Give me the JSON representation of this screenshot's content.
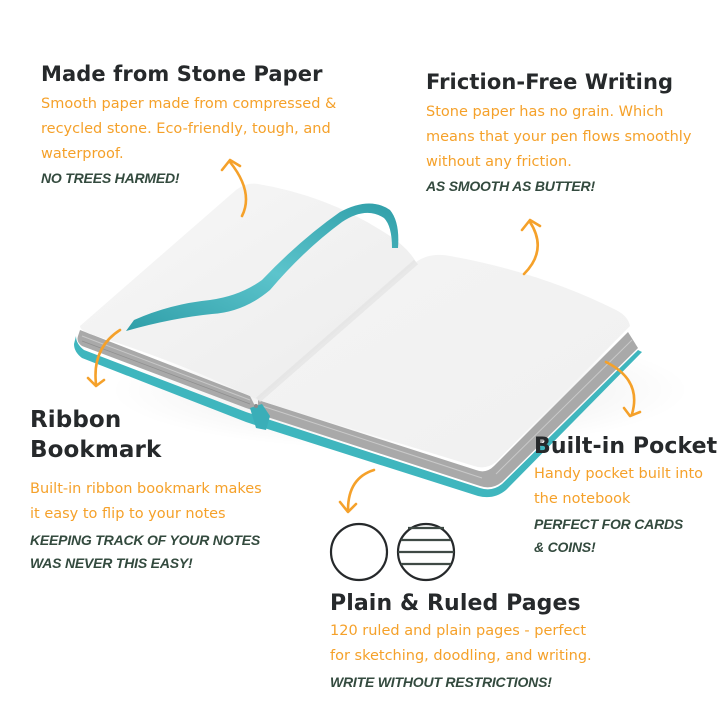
{
  "features": {
    "stone_paper": {
      "title": "Made from Stone Paper",
      "description_lines": [
        "Smooth paper made from compressed &",
        "recycled stone. Eco-friendly, tough, and",
        "waterproof."
      ],
      "tagline": "NO TREES HARMED!"
    },
    "friction_free": {
      "title": "Friction-Free Writing",
      "description_lines": [
        "Stone paper has no grain. Which",
        "means that your pen flows smoothly",
        "without any friction."
      ],
      "tagline": "AS SMOOTH AS BUTTER!"
    },
    "ribbon": {
      "title_lines": [
        "Ribbon",
        "Bookmark"
      ],
      "description_lines": [
        "Built-in ribbon bookmark makes",
        "it easy to flip to your notes"
      ],
      "tagline_lines": [
        "KEEPING TRACK OF YOUR NOTES",
        "WAS NEVER THIS EASY!"
      ]
    },
    "pocket": {
      "title": "Built-in Pocket",
      "description_lines": [
        "Handy pocket built into",
        "the notebook"
      ],
      "tagline_lines": [
        "PERFECT FOR CARDS",
        "& COINS!"
      ]
    },
    "pages": {
      "title": "Plain & Ruled Pages",
      "description_lines": [
        "120 ruled and plain pages - perfect",
        "for sketching, doodling, and writing."
      ],
      "tagline": "WRITE WITHOUT RESTRICTIONS!",
      "icons": [
        "plain-page-icon",
        "ruled-page-icon"
      ]
    }
  },
  "colors": {
    "title": "#26292b",
    "description": "#f5a12a",
    "tagline": "#334a3e",
    "arrow": "#f5a12a",
    "cover_teal": "#3fb6be",
    "ribbon_teal": "#3aaeb8",
    "page": "#f2f2f2",
    "page_edge": "#a9a9a9"
  }
}
